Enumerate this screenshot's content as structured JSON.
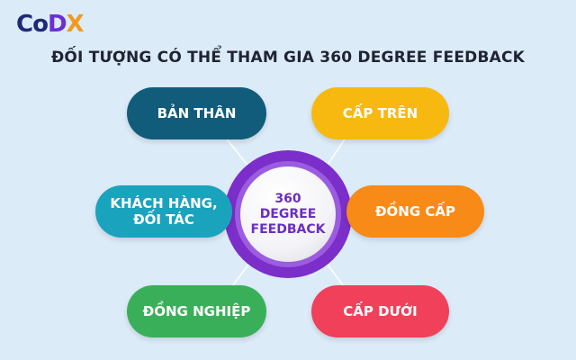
{
  "logo": {
    "co": "Co",
    "d": "D",
    "x": "X"
  },
  "title": "ĐỐI TƯỢNG CÓ THỂ THAM GIA 360 DEGREE FEEDBACK",
  "center": {
    "line1": "360",
    "line2": "DEGREE",
    "line3": "FEEDBACK"
  },
  "nodes": {
    "top_left": "BẢN THÂN",
    "top_right": "CẤP TRÊN",
    "mid_left_1": "KHÁCH HÀNG,",
    "mid_left_2": "ĐỐI TÁC",
    "mid_right": "ĐỒNG CẤP",
    "bottom_left": "ĐỒNG NGHIỆP",
    "bottom_right": "CẤP DƯỚI"
  },
  "colors": {
    "background": "#dcebf8",
    "ring": "#7b2ec9",
    "center_text": "#6b2ec1",
    "top_left": "#115c7a",
    "top_right": "#f7b90f",
    "mid_left": "#1aa3bd",
    "mid_right": "#f88a17",
    "bottom_left": "#3aaf5a",
    "bottom_right": "#f0405a"
  }
}
